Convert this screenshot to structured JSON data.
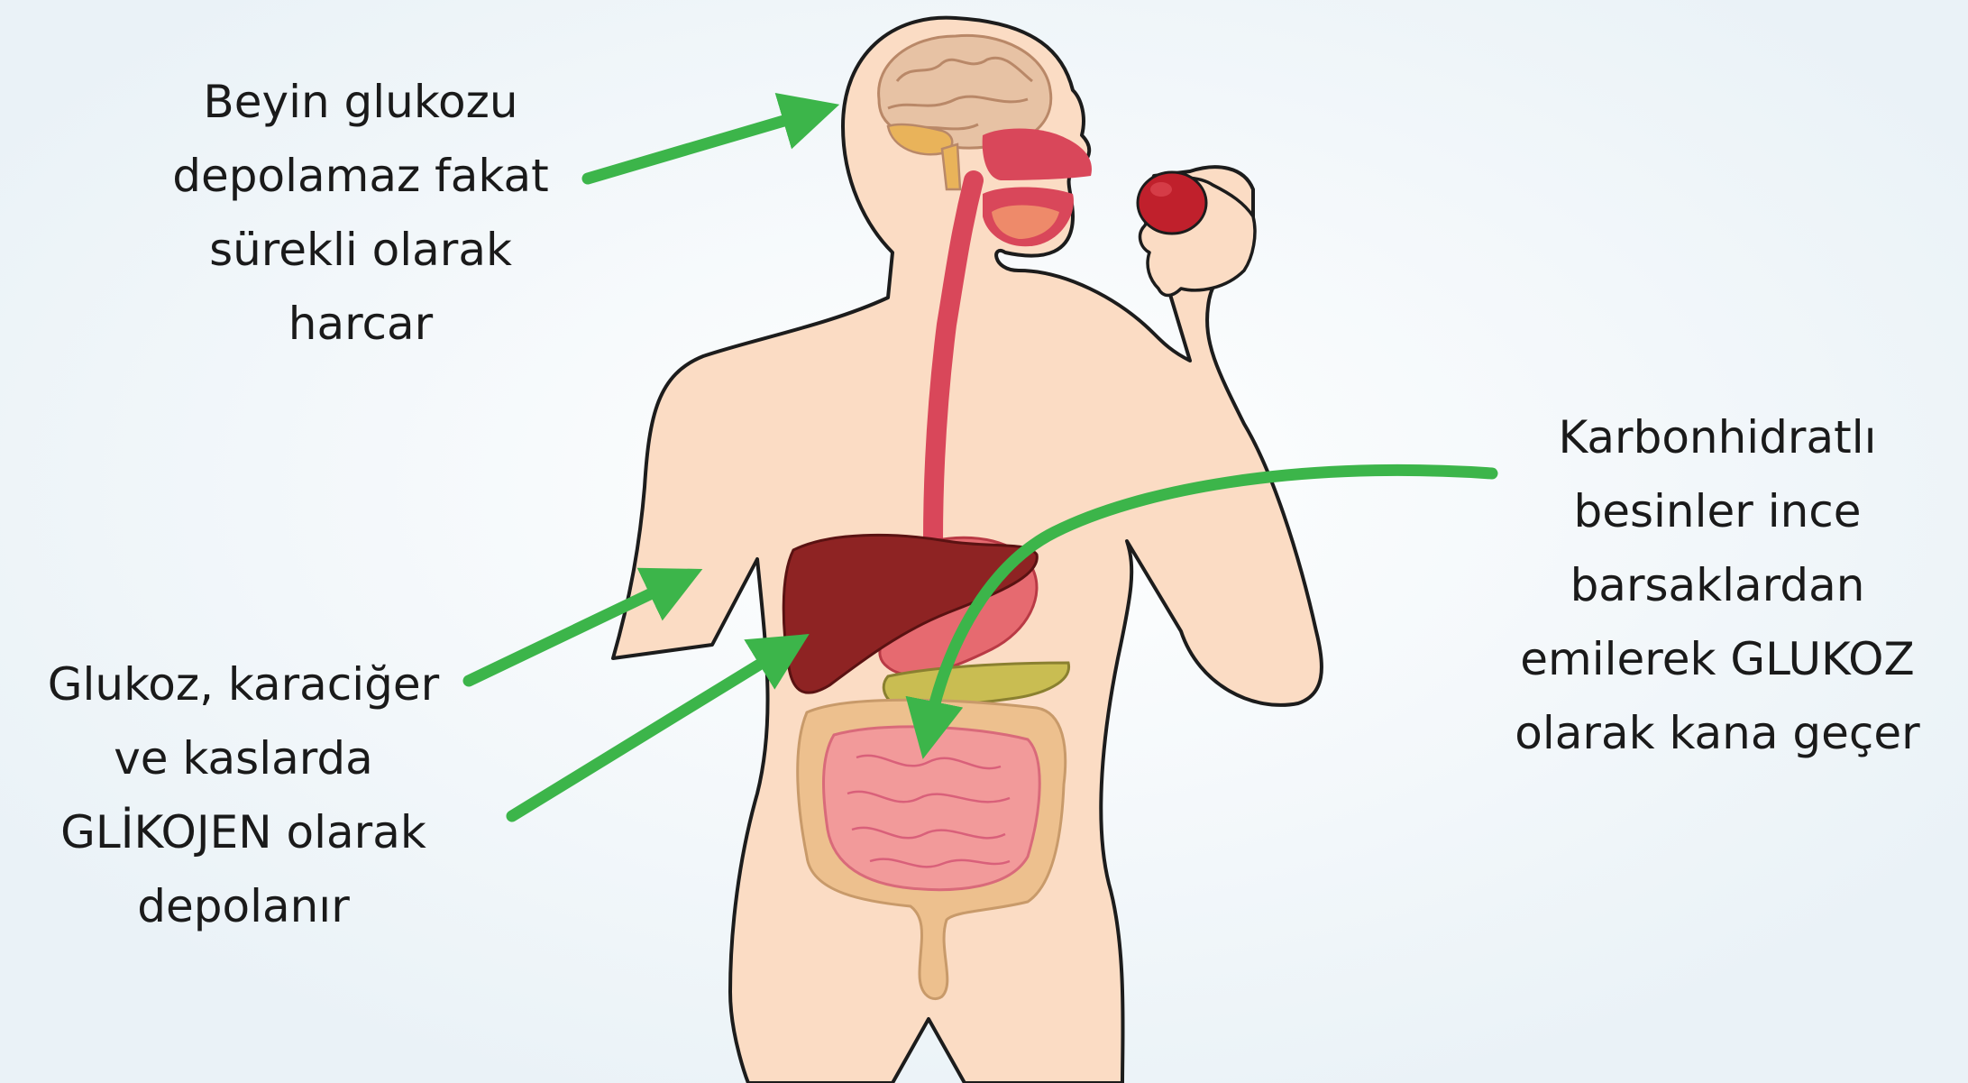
{
  "annotations": {
    "brain": [
      "Beyin glukozu",
      "depolamaz fakat",
      "sürekli olarak",
      "harcar"
    ],
    "liver_muscle": [
      "Glukoz, karaciğer",
      "ve kaslarda",
      "GLİKOJEN olarak",
      "depolanır"
    ],
    "intestine": [
      "Karbonhidratlı",
      "besinler ince",
      "barsaklardan",
      "emilerek GLUKOZ",
      "olarak kana geçer"
    ]
  },
  "colors": {
    "background": "#f2f7fa",
    "skin": "#fbdcc4",
    "outline": "#1c1c1c",
    "arrow": "#3cb54a",
    "liver": "#8e2323",
    "esophagus": "#d9475a",
    "small_intestine": "#f29a9a",
    "large_intestine": "#edc08e",
    "brain": "#e7c2a4",
    "gallbladder_pancreas": "#c9bd52",
    "apple": "#c0202c"
  }
}
